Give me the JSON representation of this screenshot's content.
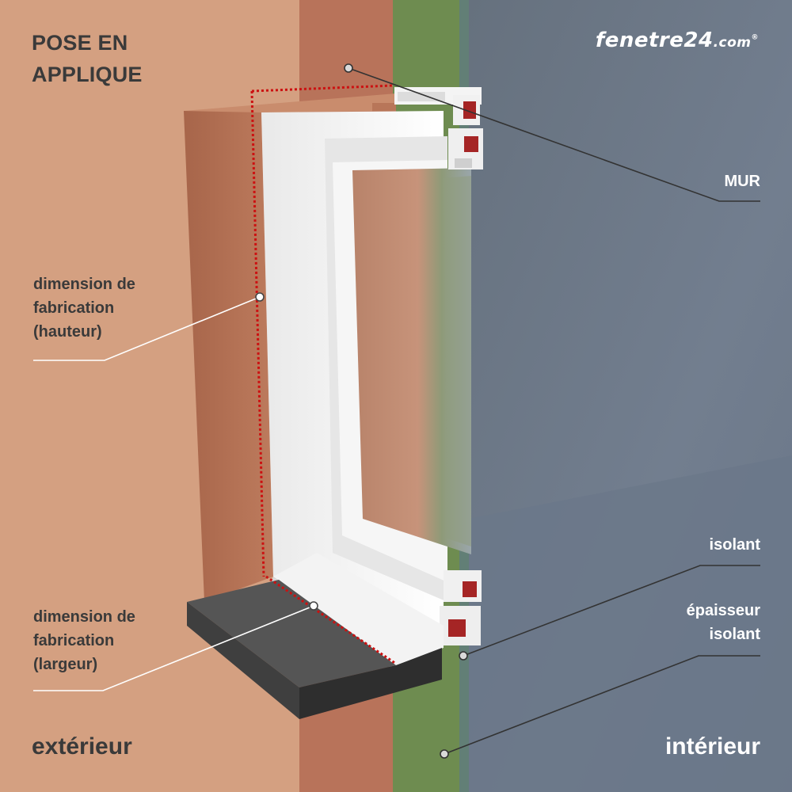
{
  "title": {
    "line1": "POSE EN",
    "line2": "APPLIQUE"
  },
  "logo": {
    "brand": "fenetre24",
    "suffix": ".com",
    "registered": "®"
  },
  "labels": {
    "wall": "MUR",
    "height": {
      "line1": "dimension de",
      "line2": "fabrication",
      "line3": "(hauteur)"
    },
    "width": {
      "line1": "dimension de",
      "line2": "fabrication",
      "line3": "(largeur)"
    },
    "insulation": "isolant",
    "insulation_thickness": {
      "line1": "épaisseur",
      "line2": "isolant"
    },
    "exterior": "extérieur",
    "interior": "intérieur"
  },
  "colors": {
    "facade": "#d4a081",
    "reveal": "#b06e51",
    "wall_section": "#b8735a",
    "insulation_layer": "#6e8c50",
    "interior_wall": "#6d7a8c",
    "window_frame": "#f2f2f2",
    "sill": "#4b4b4b",
    "measurement_line": "#cc1111",
    "text_dark": "#3a3a3a",
    "text_light": "#ffffff"
  }
}
